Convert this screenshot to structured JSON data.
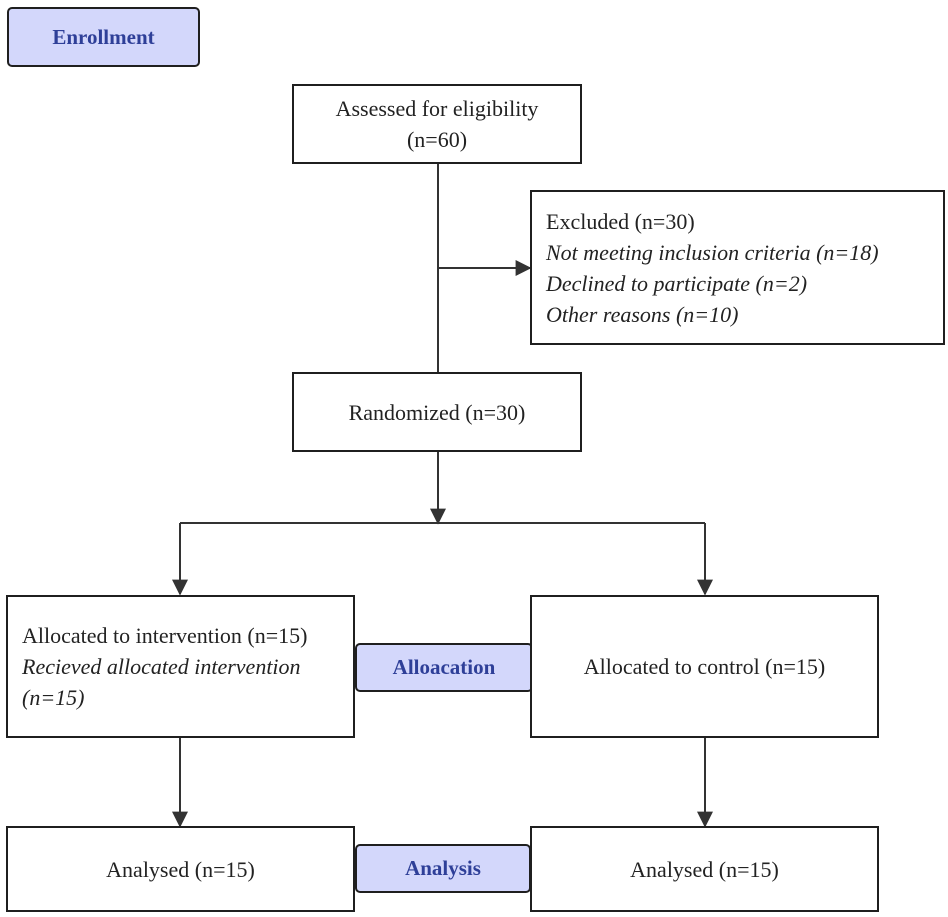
{
  "stages": {
    "enrollment": "Enrollment",
    "allocation": "Alloacation",
    "analysis": "Analysis"
  },
  "assessed": {
    "line1": "Assessed for eligibility",
    "line2": "(n=60)"
  },
  "excluded": {
    "title": "Excluded (n=30)",
    "reasons": [
      "Not meeting inclusion criteria (n=18)",
      "Declined to participate (n=2)",
      "Other reasons (n=10)"
    ]
  },
  "randomized": "Randomized (n=30)",
  "intervention": {
    "title": "Allocated to intervention (n=15)",
    "detail_line1": "Recieved allocated intervention",
    "detail_line2": "(n=15)"
  },
  "control": "Allocated to control (n=15)",
  "analysed_left": "Analysed (n=15)",
  "analysed_right": "Analysed (n=15)",
  "colors": {
    "stage_fill": "#d3d7fb",
    "stage_text": "#2e3f98",
    "line": "#1f1f1f"
  }
}
